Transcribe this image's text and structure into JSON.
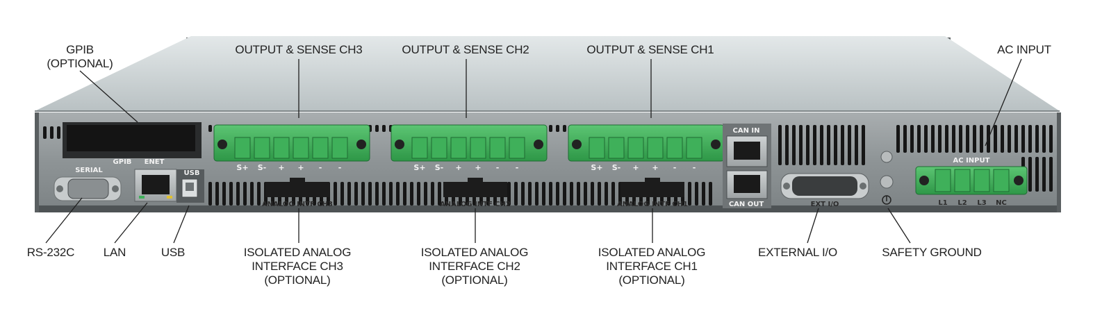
{
  "callouts": {
    "gpib": [
      "GPIB",
      "(OPTIONAL)"
    ],
    "output_ch3": [
      "OUTPUT & SENSE CH3"
    ],
    "output_ch2": [
      "OUTPUT & SENSE CH2"
    ],
    "output_ch1": [
      "OUTPUT & SENSE CH1"
    ],
    "ac_input": [
      "AC INPUT"
    ],
    "rs232c": [
      "RS-232C"
    ],
    "lan": [
      "LAN"
    ],
    "usb": [
      "USB"
    ],
    "analog_ch3": [
      "ISOLATED ANALOG",
      "INTERFACE CH3",
      "(OPTIONAL)"
    ],
    "analog_ch2": [
      "ISOLATED ANALOG",
      "INTERFACE CH2",
      "(OPTIONAL)"
    ],
    "analog_ch1": [
      "ISOLATED ANALOG",
      "INTERFACE CH1",
      "(OPTIONAL)"
    ],
    "external_io": [
      "EXTERNAL I/O"
    ],
    "safety_ground": [
      "SAFETY GROUND"
    ]
  },
  "panel": {
    "serial": "SERIAL",
    "gpib": "GPIB",
    "enet": "ENET",
    "usb": "USB",
    "can_in": "CAN IN",
    "can_out": "CAN OUT",
    "ext_io": "EXT I/O",
    "ac_input": "AC INPUT",
    "terminal_pins": [
      "S+",
      "S-",
      "+",
      "+",
      "-",
      "-"
    ],
    "analog_ch3": "ANALOG INTF CH3",
    "analog_ch2": "ANALOG INTF CH2",
    "analog_ch1": "ANALOG INTF CH1",
    "ac_pins": [
      "L1",
      "L2",
      "L3",
      "NC"
    ]
  },
  "colors": {
    "connector_green": "#3fb05a",
    "chassis_top": "#c9d2d4",
    "back_panel": "#9aa0a2",
    "vents": "#161616"
  }
}
